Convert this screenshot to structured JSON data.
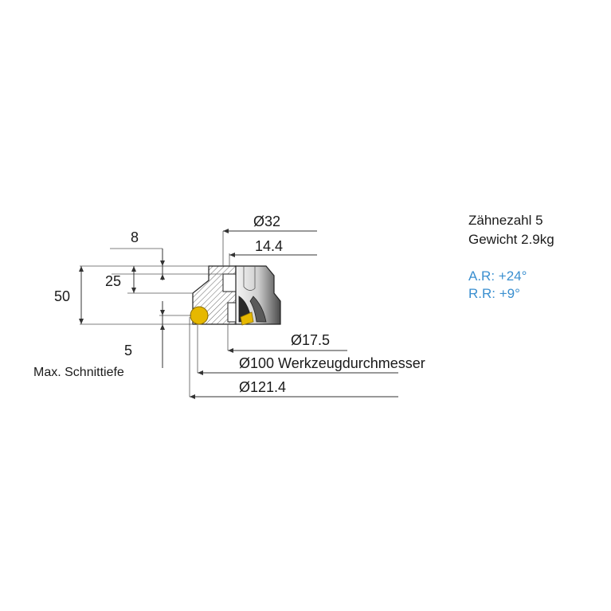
{
  "dimensions": {
    "d32": "Ø32",
    "d14_4": "14.4",
    "d8": "8",
    "d25": "25",
    "d50": "50",
    "d5": "5",
    "max_depth": "Max. Schnittiefe",
    "d17_5": "Ø17.5",
    "d100": "Ø100 Werkzeugdurchmesser",
    "d121_4": "Ø121.4"
  },
  "specs": {
    "teeth": "Zähnezahl 5",
    "weight": "Gewicht 2.9kg",
    "axial_rake": "A.R: +24°",
    "radial_rake": "R.R: +9°"
  },
  "colors": {
    "insert": "#e6b800",
    "angle_text": "#3a8fd0",
    "body": "#ffffff",
    "hatch": "#666666"
  }
}
